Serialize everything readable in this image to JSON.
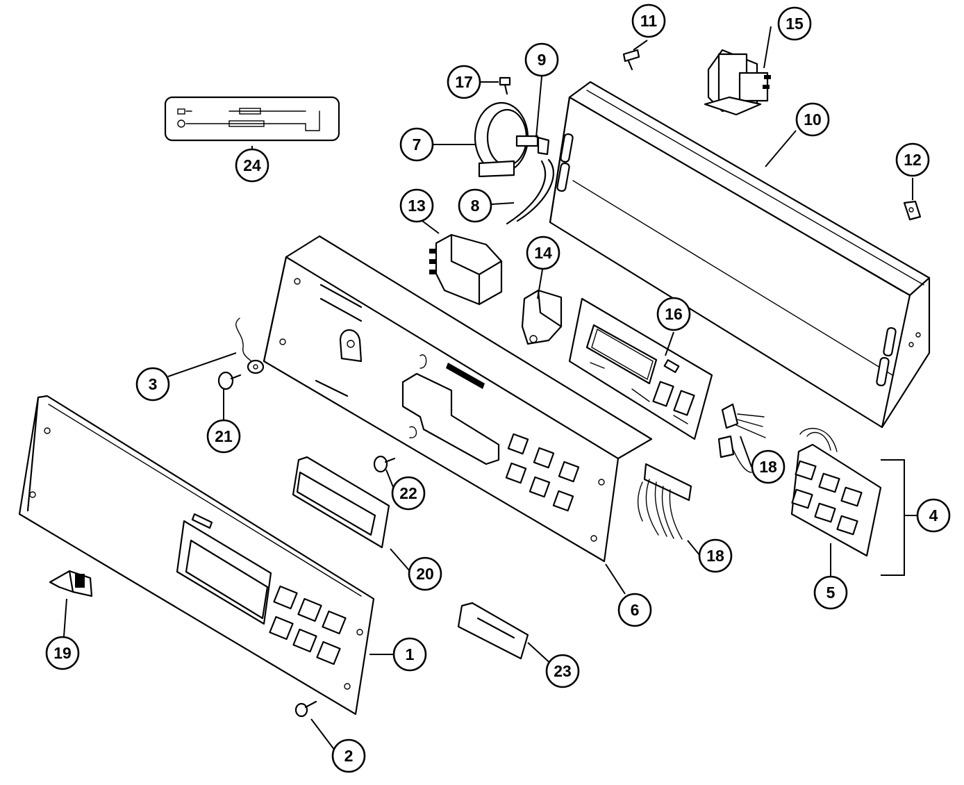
{
  "diagram": {
    "callouts": [
      {
        "key": "p1",
        "label": "1"
      },
      {
        "key": "p2",
        "label": "2"
      },
      {
        "key": "p3",
        "label": "3"
      },
      {
        "key": "p4",
        "label": "4"
      },
      {
        "key": "p5",
        "label": "5"
      },
      {
        "key": "p6",
        "label": "6"
      },
      {
        "key": "p7",
        "label": "7"
      },
      {
        "key": "p8",
        "label": "8"
      },
      {
        "key": "p9",
        "label": "9"
      },
      {
        "key": "p10",
        "label": "10"
      },
      {
        "key": "p11",
        "label": "11"
      },
      {
        "key": "p12",
        "label": "12"
      },
      {
        "key": "p13",
        "label": "13"
      },
      {
        "key": "p14",
        "label": "14"
      },
      {
        "key": "p15",
        "label": "15"
      },
      {
        "key": "p16",
        "label": "16"
      },
      {
        "key": "p17",
        "label": "17"
      },
      {
        "key": "p18a",
        "label": "18"
      },
      {
        "key": "p18b",
        "label": "18"
      },
      {
        "key": "p19",
        "label": "19"
      },
      {
        "key": "p20",
        "label": "20"
      },
      {
        "key": "p21",
        "label": "21"
      },
      {
        "key": "p22",
        "label": "22"
      },
      {
        "key": "p23",
        "label": "23"
      },
      {
        "key": "p24",
        "label": "24"
      }
    ]
  }
}
